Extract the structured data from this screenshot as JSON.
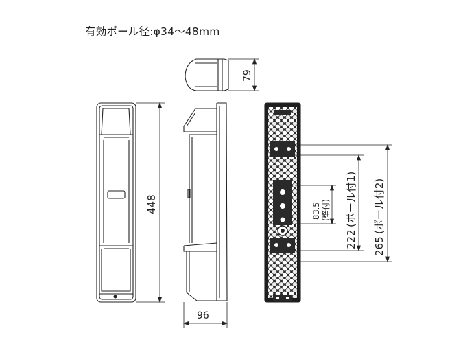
{
  "title": "有効ポール径:φ34〜48mm",
  "dimensions": {
    "height_total": "448",
    "depth_top": "79",
    "width_bottom": "96",
    "wall_spacing": "83.5",
    "wall_note": "(壁付)",
    "pole_spacing_1": "222",
    "pole_note_1": "(ポール付1)",
    "pole_spacing_2": "265",
    "pole_note_2": "(ポール付2)"
  }
}
